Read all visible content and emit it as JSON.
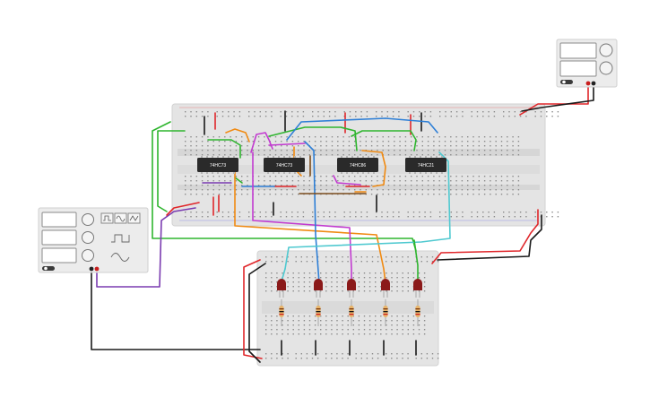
{
  "chips": [
    {
      "label": "74HC73"
    },
    {
      "label": "74HC73"
    },
    {
      "label": "74HC86"
    },
    {
      "label": "74HC21"
    }
  ],
  "leds": {
    "count": 5,
    "color": "#8b1a1a"
  },
  "resistors": {
    "count": 5
  },
  "wire_colors": {
    "red": "#e0262a",
    "black": "#1a1a1a",
    "green": "#2fb52f",
    "blue": "#2e7fd6",
    "orange": "#f08a12",
    "magenta": "#c23bd0",
    "purple": "#7a3bb0",
    "brown": "#7a4b1c",
    "cyan": "#4fc9d0"
  },
  "instruments": {
    "power_supply": {
      "icon": "power-supply-icon"
    },
    "function_generator": {
      "icon": "function-generator-icon",
      "waveforms": [
        "square",
        "sine",
        "triangle"
      ]
    }
  }
}
